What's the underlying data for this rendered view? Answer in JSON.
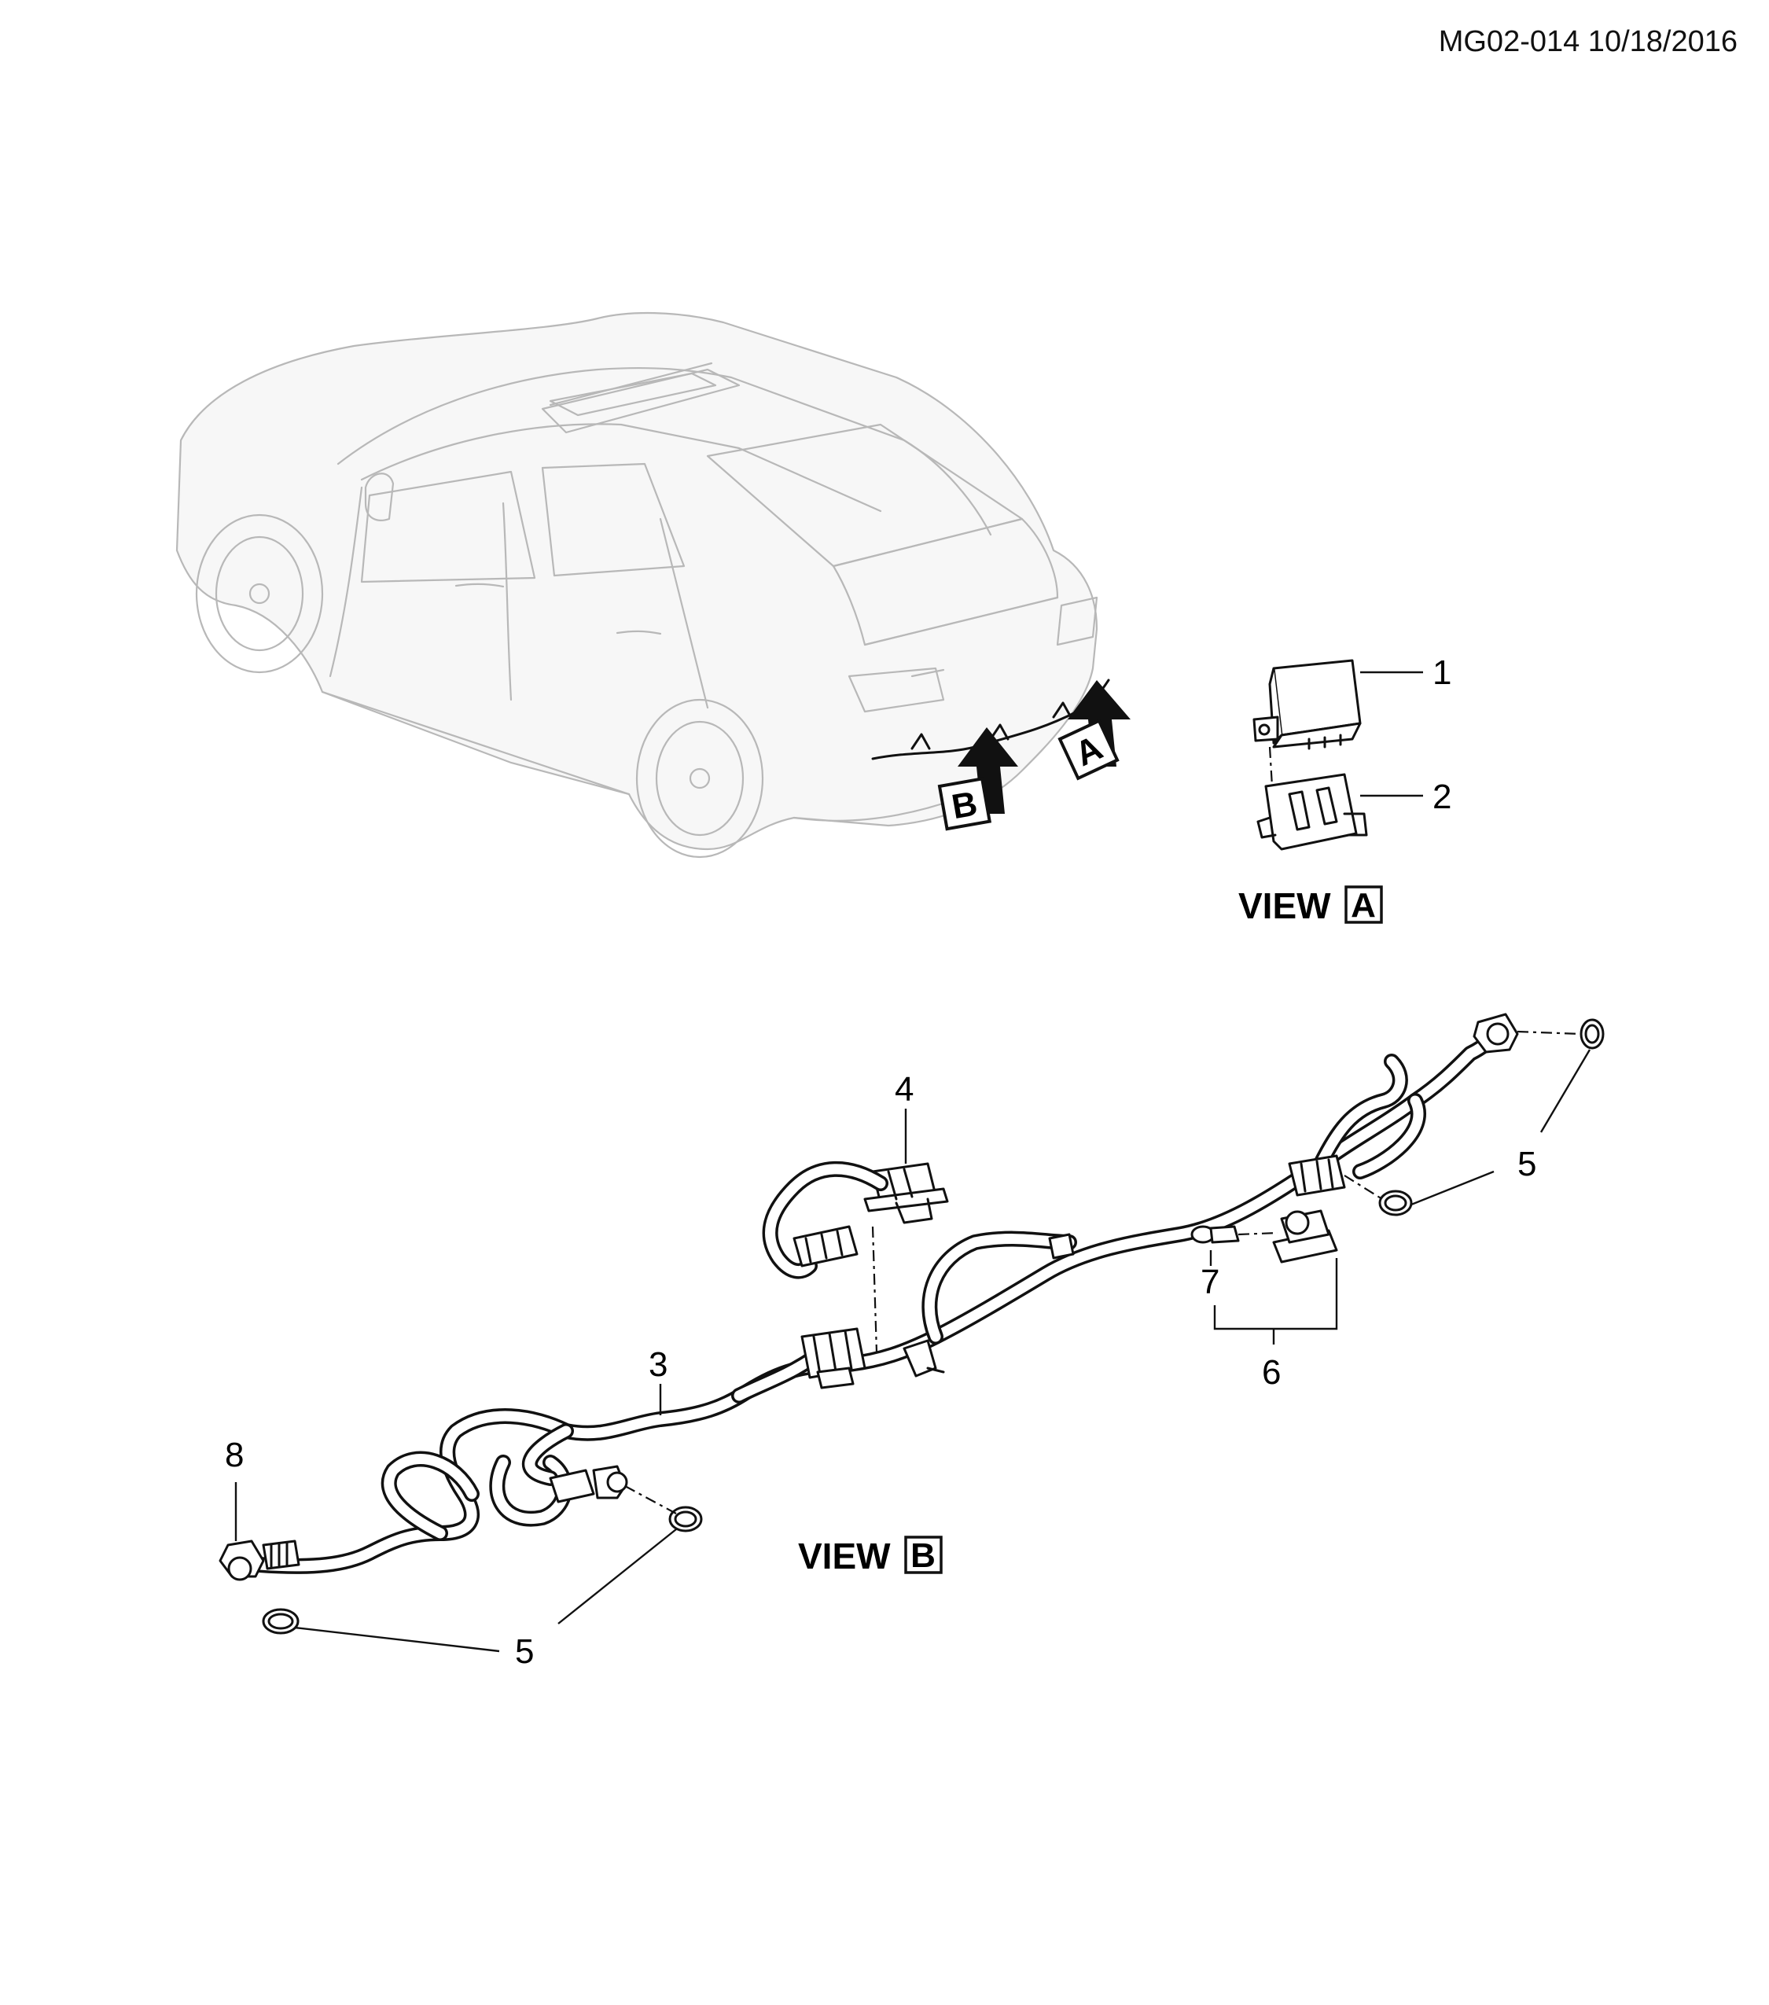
{
  "header": {
    "stamp": "MG02-014 10/18/2016"
  },
  "arrows": {
    "a_letter": "A",
    "b_letter": "B"
  },
  "view_a": {
    "caption_word": "VIEW",
    "caption_letter": "A",
    "callouts": {
      "module": "1",
      "bracket": "2"
    }
  },
  "view_b": {
    "caption_word": "VIEW",
    "caption_letter": "B",
    "callouts": {
      "harness": "3",
      "camera": "4",
      "retainer_right": "5",
      "retainer_left": "5",
      "lamp_assembly": "6",
      "bulb": "7",
      "sensor": "8"
    }
  },
  "icons": {
    "vehicle": "sedan-outline-icon",
    "arrow": "thick-up-arrow-icon",
    "module": "control-module-icon",
    "bracket": "mounting-bracket-icon",
    "sensor": "parking-sensor-icon",
    "retainer": "sensor-retainer-ring-icon",
    "camera": "rear-camera-icon",
    "lamp": "license-lamp-icon"
  }
}
